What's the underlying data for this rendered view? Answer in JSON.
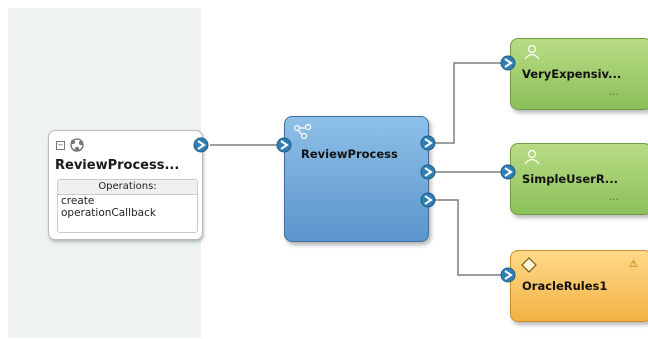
{
  "service": {
    "title": "ReviewProcess...",
    "operations_header": "Operations:",
    "operations": [
      "create",
      "operationCallback"
    ]
  },
  "component": {
    "title": "ReviewProcess"
  },
  "references": [
    {
      "title": "VeryExpensiv...",
      "dots": "...",
      "kind": "human-task"
    },
    {
      "title": "SimpleUserR...",
      "dots": "...",
      "kind": "human-task"
    },
    {
      "title": "OracleRules1",
      "kind": "business-rule"
    }
  ],
  "colors": {
    "component": "#6fa6d8",
    "human_task": "#a3cf6f",
    "rule": "#f6c25b",
    "port": "#2f7fb5"
  }
}
